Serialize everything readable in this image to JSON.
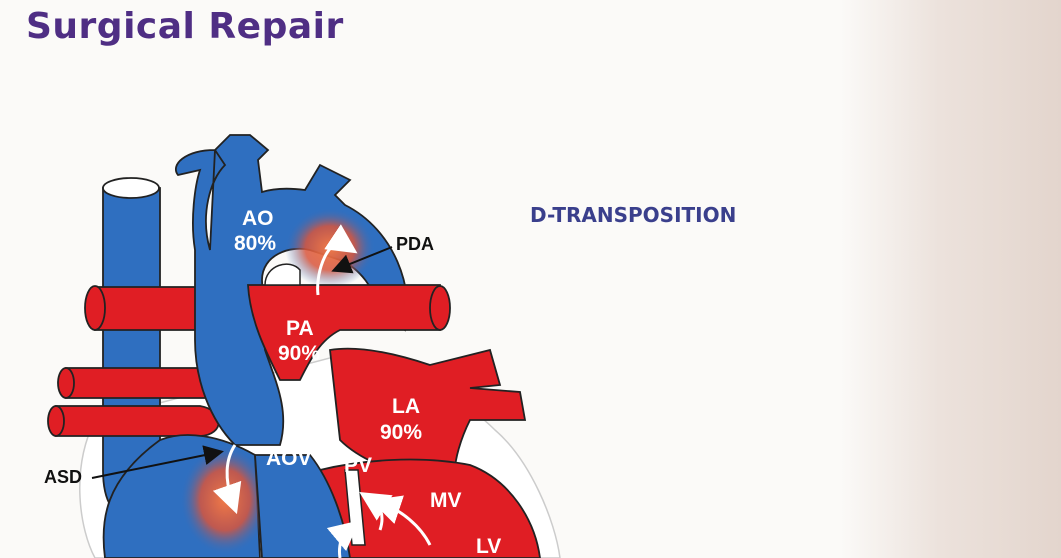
{
  "page": {
    "title": "Surgical Repair",
    "subtitle": "D-TRANSPOSITION"
  },
  "labels": {
    "ao_name": "AO",
    "ao_sat": "80%",
    "pa_name": "PA",
    "pa_sat": "90%",
    "la_name": "LA",
    "la_sat": "90%",
    "aov": "AOV",
    "pv": "PV",
    "mv": "MV",
    "lv": "LV",
    "pda": "PDA",
    "asd": "ASD"
  },
  "colors": {
    "title": "#4f2e84",
    "subtitle": "#3a3f8c",
    "oxygenated": "#e01e24",
    "deoxygenated": "#2f6fc0",
    "mixing": "#f06a3a"
  }
}
